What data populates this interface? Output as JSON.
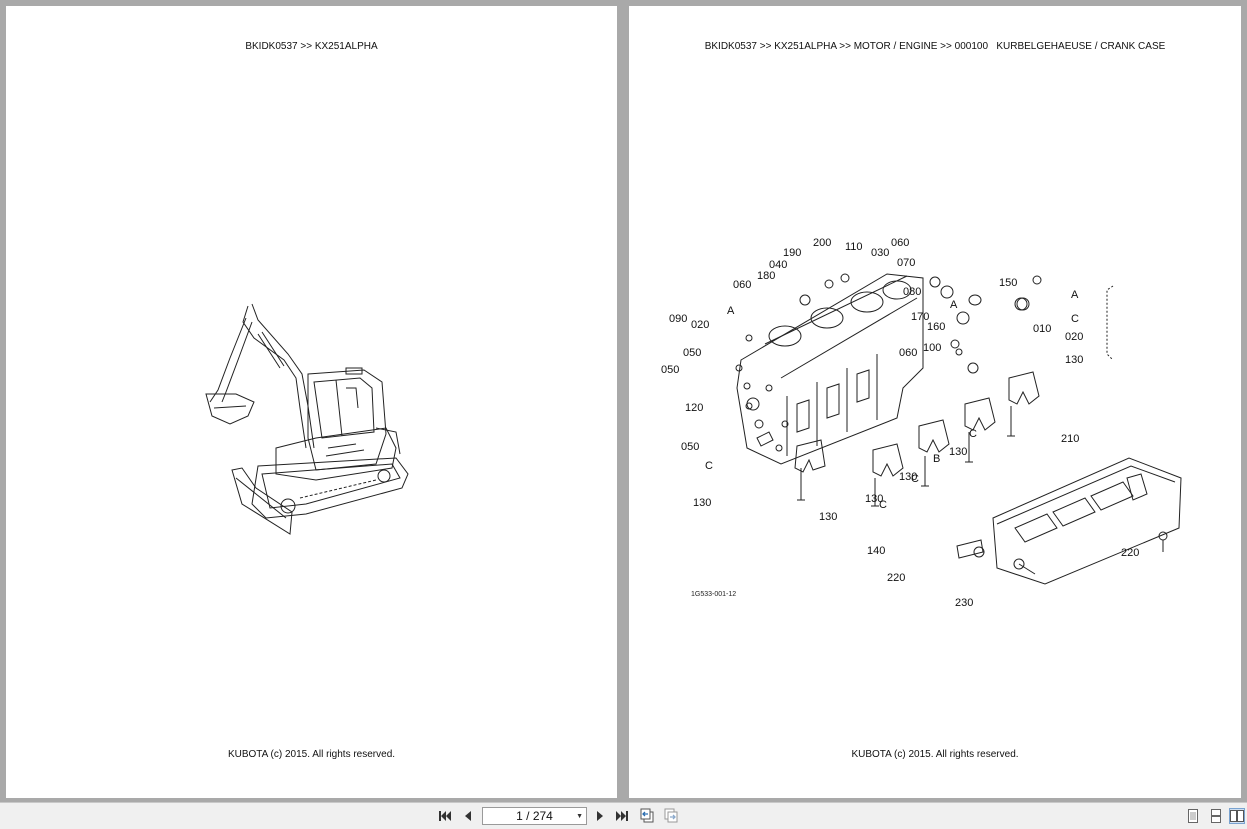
{
  "left_page": {
    "breadcrumb": "BKIDK0537 >> KX251ALPHA",
    "footer": "KUBOTA (c) 2015. All rights reserved."
  },
  "right_page": {
    "breadcrumb": "BKIDK0537 >> KX251ALPHA >> MOTOR / ENGINE >> 000100   KURBELGEHAEUSE / CRANK CASE",
    "footer": "KUBOTA (c) 2015. All rights reserved.",
    "figure_id": "1G533-001-12",
    "callouts": {
      "c200": "200",
      "c110": "110",
      "c060a": "060",
      "c190": "190",
      "c030": "030",
      "c070": "070",
      "c040": "040",
      "c180": "180",
      "c060b": "060",
      "c080": "080",
      "c150": "150",
      "cA1": "A",
      "c090": "090",
      "c020": "020",
      "c170": "170",
      "c160": "160",
      "c050a": "050",
      "c060c": "060",
      "c100": "100",
      "c050b": "050",
      "c120": "120",
      "c050c": "050",
      "cC1": "C",
      "cC2": "C",
      "c130a": "130",
      "cB": "B",
      "cC3": "C",
      "c130b": "130",
      "cC4": "C",
      "c130c": "130",
      "c130d": "130",
      "c130e": "130",
      "c210": "210",
      "c140": "140",
      "c220a": "220",
      "c220b": "220",
      "c230": "230",
      "cCircleA": "A",
      "key_010": "010",
      "key_A": "A",
      "key_C": "C",
      "key_020": "020",
      "key_130": "130"
    }
  },
  "toolbar": {
    "page_indicator": "1 / 274",
    "icons": [
      "first-page-icon",
      "prev-page-icon",
      "next-page-icon",
      "last-page-icon",
      "go-back-icon",
      "go-forward-icon",
      "single-page-icon",
      "continuous-page-icon",
      "two-page-icon"
    ]
  }
}
